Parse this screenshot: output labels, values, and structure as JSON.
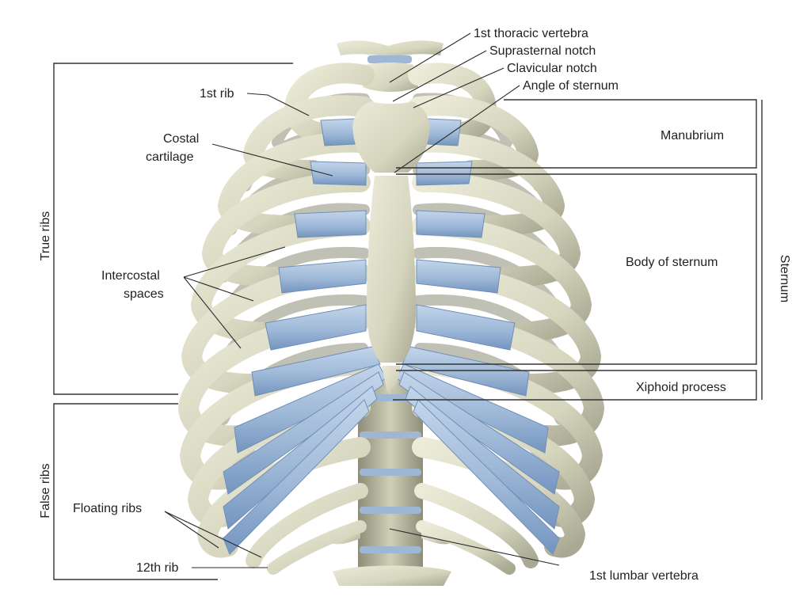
{
  "figure": {
    "labels": {
      "first_thoracic_vertebra": "1st thoracic vertebra",
      "suprasternal_notch": "Suprasternal notch",
      "clavicular_notch": "Clavicular notch",
      "angle_of_sternum": "Angle of sternum",
      "first_rib": "1st rib",
      "costal_cartilage_line1": "Costal",
      "costal_cartilage_line2": "cartilage",
      "intercostal_spaces_line1": "Intercostal",
      "intercostal_spaces_line2": "spaces",
      "manubrium": "Manubrium",
      "body_of_sternum": "Body of sternum",
      "xiphoid_process": "Xiphoid process",
      "sternum": "Sternum",
      "true_ribs": "True ribs",
      "false_ribs": "False ribs",
      "floating_ribs": "Floating ribs",
      "twelfth_rib": "12th rib",
      "first_lumbar_vertebra": "1st lumbar vertebra"
    },
    "colors": {
      "bone": "#d9d8c2",
      "bone_shadow": "#9d9c86",
      "cartilage": "#a7bfdc",
      "cartilage_shadow": "#6f8fb8",
      "line": "#2a2a2a"
    }
  }
}
